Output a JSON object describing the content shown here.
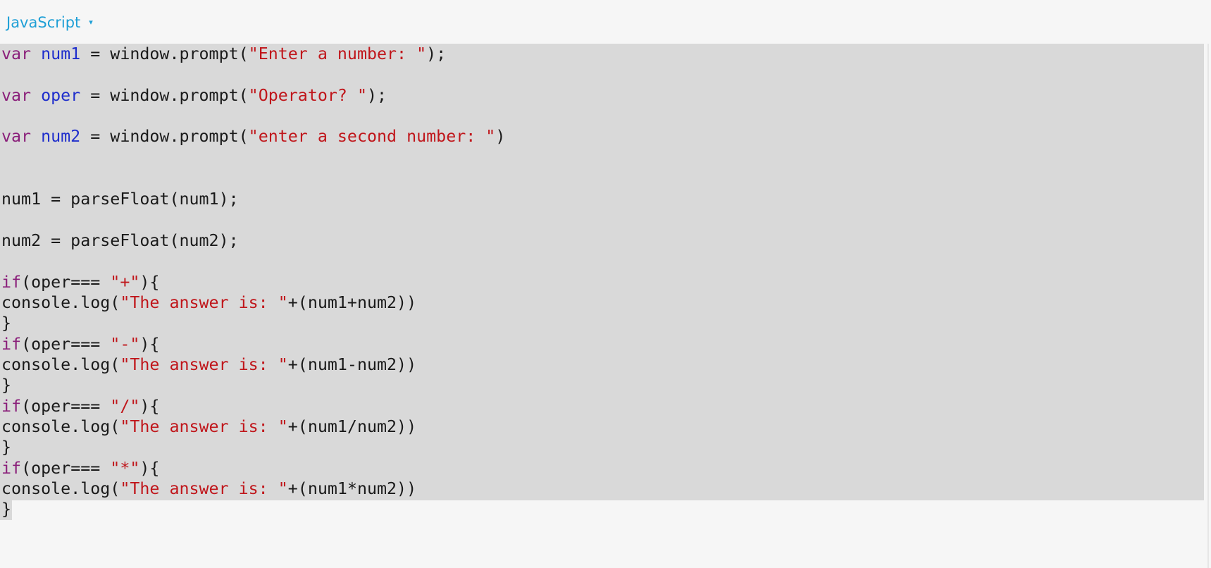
{
  "language_selector": {
    "label": "JavaScript",
    "caret": "▾"
  },
  "colors": {
    "background": "#f6f6f6",
    "selection": "#d9d9d9",
    "keyword": "#8a1f7a",
    "variable": "#1f2ecc",
    "string": "#c0161b",
    "text": "#1a1a1a",
    "accent": "#1e9fd6"
  },
  "code": {
    "lines": [
      [
        {
          "t": "kw",
          "v": "var"
        },
        {
          "t": "plain",
          "v": " "
        },
        {
          "t": "var",
          "v": "num1"
        },
        {
          "t": "plain",
          "v": " = window.prompt("
        },
        {
          "t": "str",
          "v": "\"Enter a number: \""
        },
        {
          "t": "plain",
          "v": ");"
        }
      ],
      [],
      [
        {
          "t": "kw",
          "v": "var"
        },
        {
          "t": "plain",
          "v": " "
        },
        {
          "t": "var",
          "v": "oper"
        },
        {
          "t": "plain",
          "v": " = window.prompt("
        },
        {
          "t": "str",
          "v": "\"Operator? \""
        },
        {
          "t": "plain",
          "v": ");"
        }
      ],
      [],
      [
        {
          "t": "kw",
          "v": "var"
        },
        {
          "t": "plain",
          "v": " "
        },
        {
          "t": "var",
          "v": "num2"
        },
        {
          "t": "plain",
          "v": " = window.prompt("
        },
        {
          "t": "str",
          "v": "\"enter a second number: \""
        },
        {
          "t": "plain",
          "v": ")"
        }
      ],
      [],
      [],
      [
        {
          "t": "plain",
          "v": "num1 = parseFloat(num1);"
        }
      ],
      [],
      [
        {
          "t": "plain",
          "v": "num2 = parseFloat(num2);"
        }
      ],
      [],
      [
        {
          "t": "kw",
          "v": "if"
        },
        {
          "t": "plain",
          "v": "(oper=== "
        },
        {
          "t": "str",
          "v": "\"+\""
        },
        {
          "t": "plain",
          "v": "){"
        }
      ],
      [
        {
          "t": "plain",
          "v": "console.log("
        },
        {
          "t": "str",
          "v": "\"The answer is: \""
        },
        {
          "t": "plain",
          "v": "+(num1+num2))"
        }
      ],
      [
        {
          "t": "plain",
          "v": "}"
        }
      ],
      [
        {
          "t": "kw",
          "v": "if"
        },
        {
          "t": "plain",
          "v": "(oper=== "
        },
        {
          "t": "str",
          "v": "\"-\""
        },
        {
          "t": "plain",
          "v": "){"
        }
      ],
      [
        {
          "t": "plain",
          "v": "console.log("
        },
        {
          "t": "str",
          "v": "\"The answer is: \""
        },
        {
          "t": "plain",
          "v": "+(num1-num2))"
        }
      ],
      [
        {
          "t": "plain",
          "v": "}"
        }
      ],
      [
        {
          "t": "kw",
          "v": "if"
        },
        {
          "t": "plain",
          "v": "(oper=== "
        },
        {
          "t": "str",
          "v": "\"/\""
        },
        {
          "t": "plain",
          "v": "){"
        }
      ],
      [
        {
          "t": "plain",
          "v": "console.log("
        },
        {
          "t": "str",
          "v": "\"The answer is: \""
        },
        {
          "t": "plain",
          "v": "+(num1/num2))"
        }
      ],
      [
        {
          "t": "plain",
          "v": "}"
        }
      ],
      [
        {
          "t": "kw",
          "v": "if"
        },
        {
          "t": "plain",
          "v": "(oper=== "
        },
        {
          "t": "str",
          "v": "\"*\""
        },
        {
          "t": "plain",
          "v": "){"
        }
      ],
      [
        {
          "t": "plain",
          "v": "console.log("
        },
        {
          "t": "str",
          "v": "\"The answer is: \""
        },
        {
          "t": "plain",
          "v": "+(num1*num2))"
        }
      ],
      [
        {
          "t": "plain",
          "v": "}"
        }
      ]
    ]
  }
}
